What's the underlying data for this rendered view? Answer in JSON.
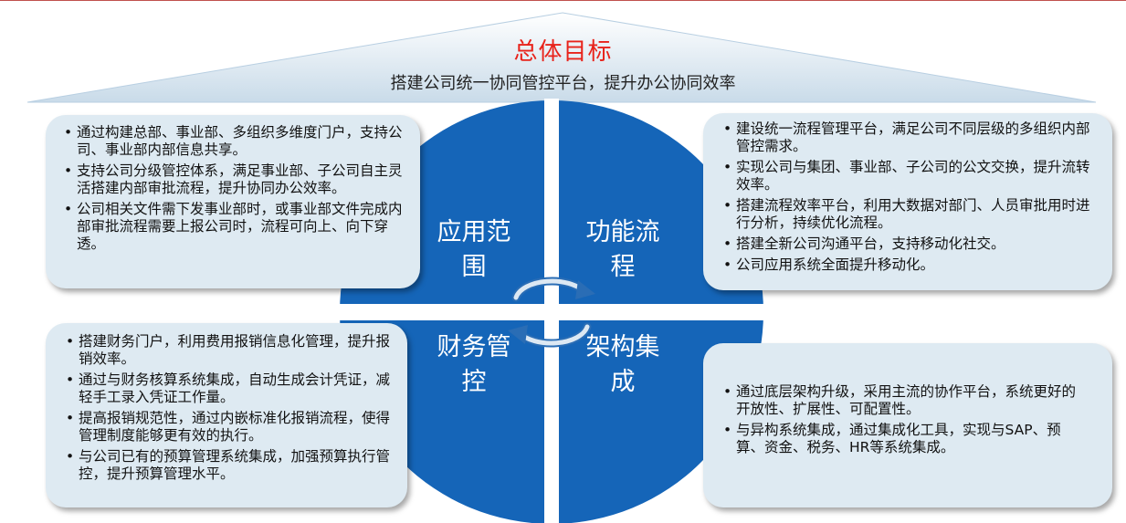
{
  "goal": {
    "title": "总体目标",
    "subtitle": "搭建公司统一协同管控平台，提升办公协同效率"
  },
  "quadrants": {
    "top_left": {
      "line1": "应用范",
      "line2": "围"
    },
    "top_right": {
      "line1": "功能流",
      "line2": "程"
    },
    "bottom_left": {
      "line1": "财务管",
      "line2": "控"
    },
    "bottom_right": {
      "line1": "架构集",
      "line2": "成"
    }
  },
  "cards": {
    "top_left": [
      "通过构建总部、事业部、多组织多维度门户，支持公司、事业部内部信息共享。",
      "支持公司分级管控体系，满足事业部、子公司自主灵活搭建内部审批流程，提升协同办公效率。",
      "公司相关文件需下发事业部时，或事业部文件完成内部审批流程需要上报公司时，流程可向上、向下穿透。"
    ],
    "top_right": [
      "建设统一流程管理平台，满足公司不同层级的多组织内部管控需求。",
      "实现公司与集团、事业部、子公司的公文交换，提升流转效率。",
      "搭建流程效率平台，利用大数据对部门、人员审批用时进行分析，持续优化流程。",
      "搭建全新公司沟通平台，支持移动化社交。",
      "公司应用系统全面提升移动化。"
    ],
    "bottom_left": [
      "搭建财务门户，利用费用报销信息化管理，提升报销效率。",
      "通过与财务核算系统集成，自动生成会计凭证，减轻手工录入凭证工作量。",
      "提高报销规范性，通过内嵌标准化报销流程，使得管理制度能够更有效的执行。",
      "与公司已有的预算管理系统集成，加强预算执行管控，提升预算管理水平。"
    ],
    "bottom_right": [
      "通过底层架构升级，采用主流的协作平台，系统更好的开放性、扩展性、可配置性。",
      "与异构系统集成，通过集成化工具，实现与SAP、预算、资金、税务、HR等系统集成。"
    ]
  },
  "colors": {
    "title_red": "#e8231b",
    "circle_blue": "#1565b8",
    "card_bg": "#deeaf2"
  }
}
